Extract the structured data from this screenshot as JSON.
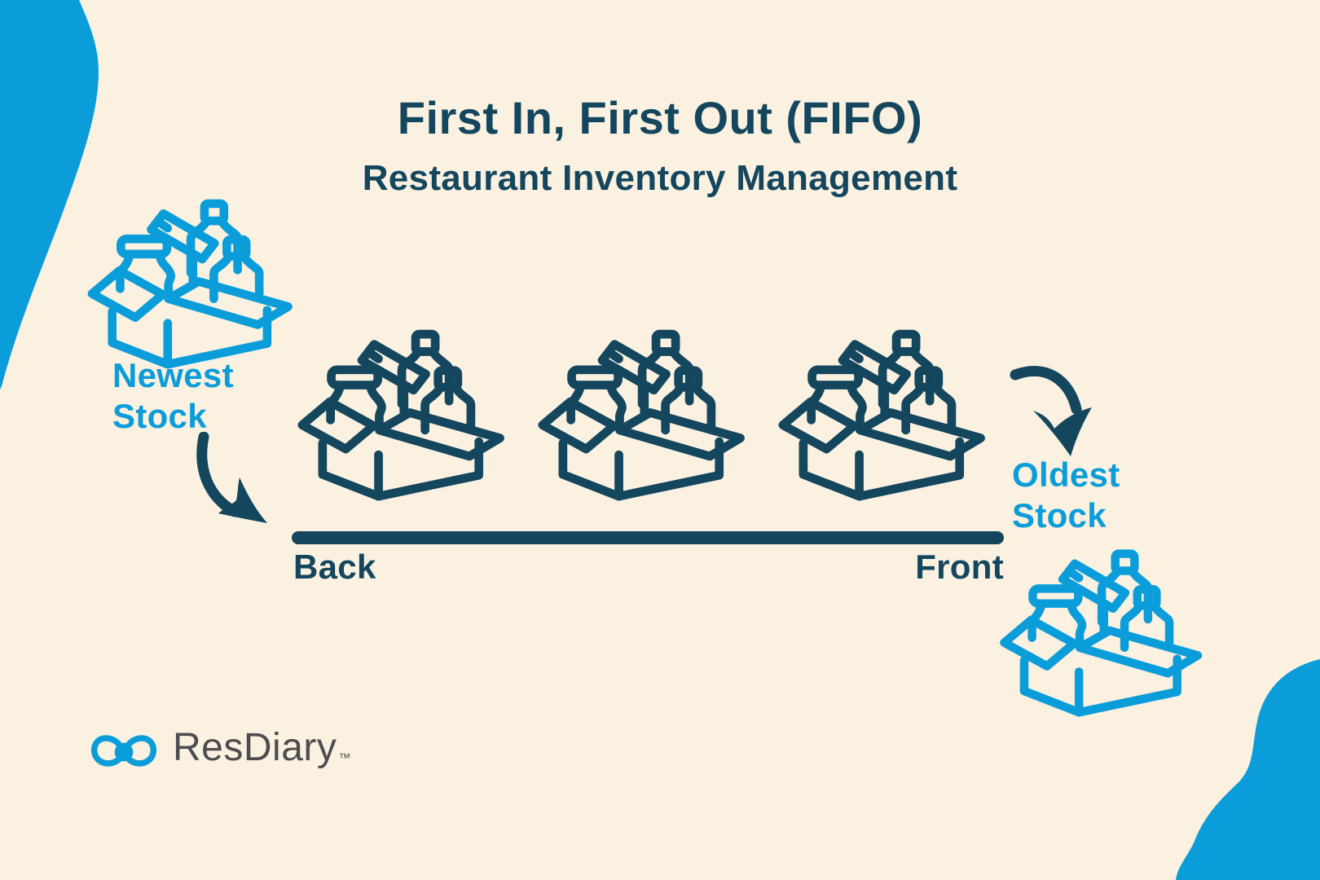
{
  "canvas": {
    "background": "#FAF1E1"
  },
  "colors": {
    "cream": "#FAF1E1",
    "navy": "#14465E",
    "blue": "#0B9DDA",
    "logo_gray": "#4D4D50"
  },
  "header": {
    "title": "First In, First Out (FIFO)",
    "subtitle": "Restaurant Inventory Management"
  },
  "flow": {
    "newest": {
      "line1": "Newest",
      "line2": "Stock"
    },
    "oldest": {
      "line1": "Oldest",
      "line2": "Stock"
    },
    "back_label": "Back",
    "front_label": "Front",
    "shelf_box_count": 3
  },
  "icons": {
    "open_box": "open cardboard box with bottles and baguette",
    "curved_arrow_left": "curved swoosh arrow pointing down-right",
    "curved_arrow_right": "curved swoosh arrow pointing down",
    "brand_mark": "ResDiary bow-tie infinity logo",
    "corner_blobs": "organic blue corner shapes"
  },
  "brand": {
    "name": "ResDiary",
    "trademark": "™"
  }
}
